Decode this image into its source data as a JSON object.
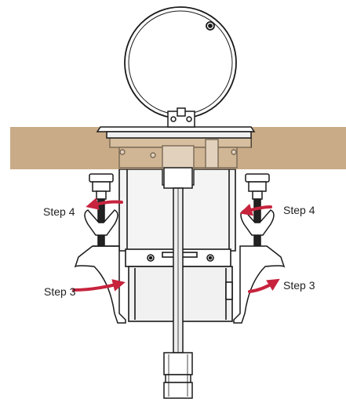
{
  "labels": {
    "step4_left": "Step 4",
    "step4_right": "Step 4",
    "step3_left": "Step 3",
    "step3_right": "Step 3"
  },
  "colors": {
    "desk": "#c9ab87",
    "desk_overlay": "#d4b792",
    "line": "#1a1a1a",
    "arrow": "#c7233d",
    "metal_light": "#f2f2f2",
    "metal_mid": "#d9d9d9",
    "rod_dark": "#222222"
  },
  "icons": {
    "rotate_arrow": "curved-arrow-icon",
    "screw": "bolt-icon"
  }
}
